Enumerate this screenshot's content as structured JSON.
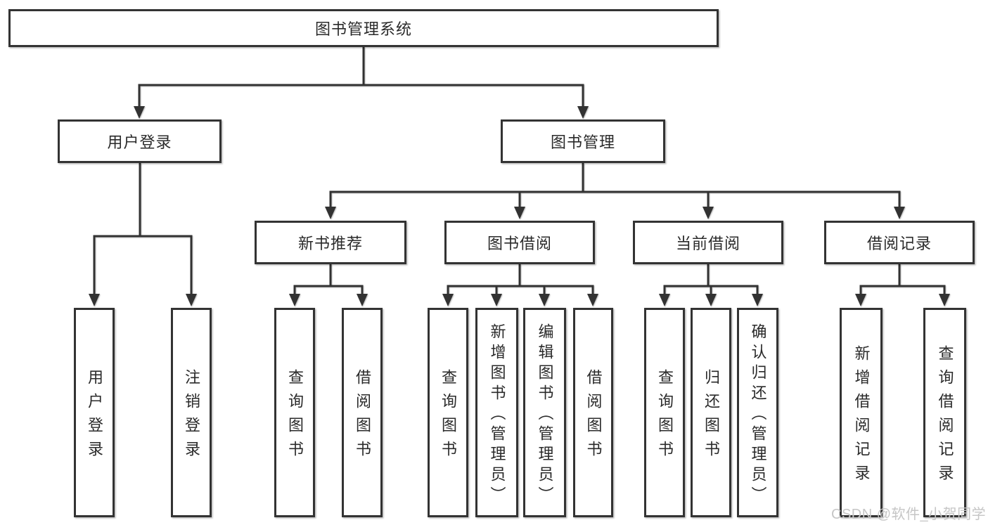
{
  "tree": {
    "label": "图书管理系统",
    "children": [
      {
        "label": "用户登录",
        "children": [
          {
            "label": "用户登录"
          },
          {
            "label": "注销登录"
          }
        ]
      },
      {
        "label": "图书管理",
        "children": [
          {
            "label": "新书推荐",
            "children": [
              {
                "label": "查询图书"
              },
              {
                "label": "借阅图书"
              }
            ]
          },
          {
            "label": "图书借阅",
            "children": [
              {
                "label": "查询图书"
              },
              {
                "label": "新增图书（管理员）"
              },
              {
                "label": "编辑图书（管理员）"
              },
              {
                "label": "借阅图书"
              }
            ]
          },
          {
            "label": "当前借阅",
            "children": [
              {
                "label": "查询图书"
              },
              {
                "label": "归还图书"
              },
              {
                "label": "确认归还（管理员）"
              }
            ]
          },
          {
            "label": "借阅记录",
            "children": [
              {
                "label": "新增借阅记录"
              },
              {
                "label": "查询借阅记录"
              }
            ]
          }
        ]
      }
    ]
  },
  "watermark": {
    "text": "CSDN @软件_小贺同学"
  },
  "colors": {
    "line": "#333333",
    "text": "#2a2a2a",
    "watermark": "#c6c6c6",
    "background": "#ffffff"
  }
}
